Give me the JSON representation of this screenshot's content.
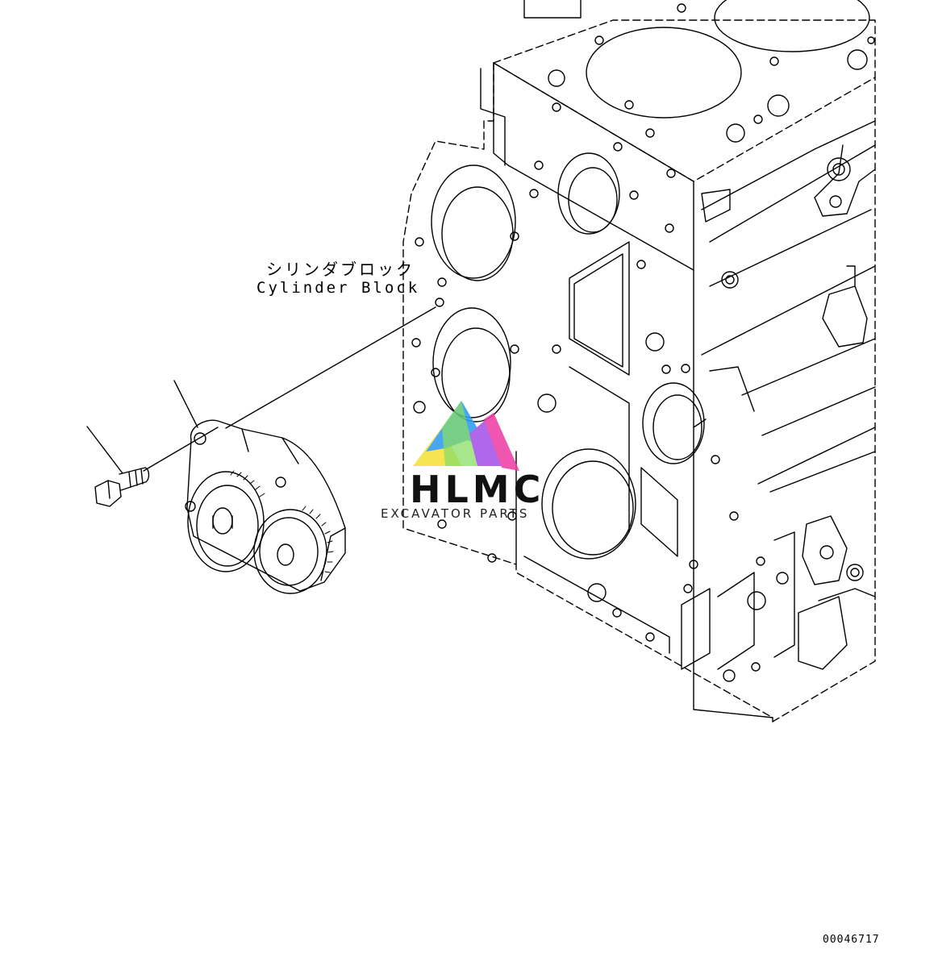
{
  "labels": {
    "part_jp": "シリンダブロック",
    "part_en": "Cylinder Block"
  },
  "watermark": {
    "title": "HLMC",
    "subtitle": "EXCAVATOR PARTS",
    "colors": [
      "#2f9cf0",
      "#f5e23a",
      "#7ad84f",
      "#a653e6",
      "#ef3fa6"
    ]
  },
  "drawing_number": "00046717"
}
